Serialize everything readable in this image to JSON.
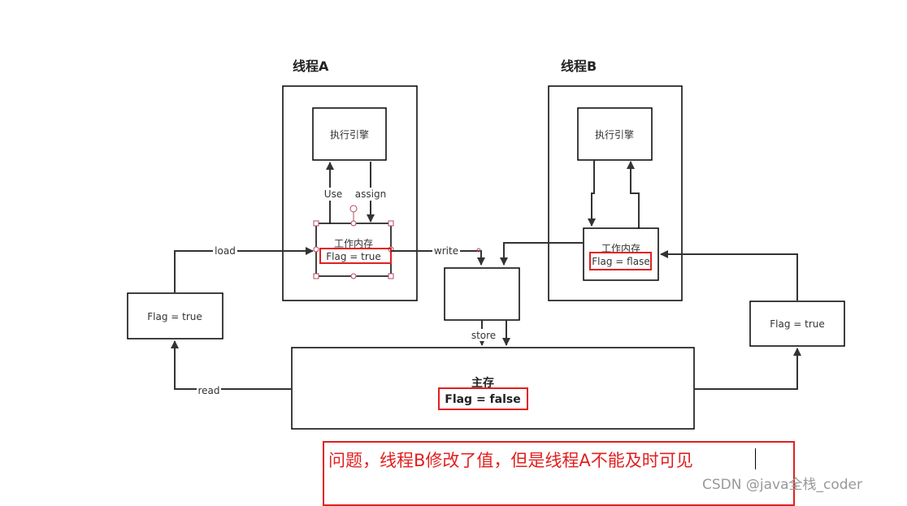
{
  "thread_a": {
    "title": "线程A",
    "engine": "执行引擎",
    "use_label": "Use",
    "assign_label": "assign",
    "memory": "工作内存",
    "flag": "Flag = true"
  },
  "thread_b": {
    "title": "线程B",
    "engine": "执行引擎",
    "memory": "工作内存",
    "flag": "Flag = flase"
  },
  "main_memory": {
    "title": "主存",
    "flag": "Flag = false"
  },
  "left_value": {
    "flag": "Flag = true"
  },
  "right_value": {
    "flag": "Flag = true"
  },
  "edges": {
    "load": "load",
    "write": "write",
    "store": "store",
    "read": "read"
  },
  "note": {
    "text": "问题，线程B修改了值，但是线程A不能及时可见"
  },
  "watermark": "CSDN @java全栈_coder",
  "colors": {
    "highlight": "#e21f1f",
    "stroke": "#333333",
    "watermark": "#999999"
  }
}
